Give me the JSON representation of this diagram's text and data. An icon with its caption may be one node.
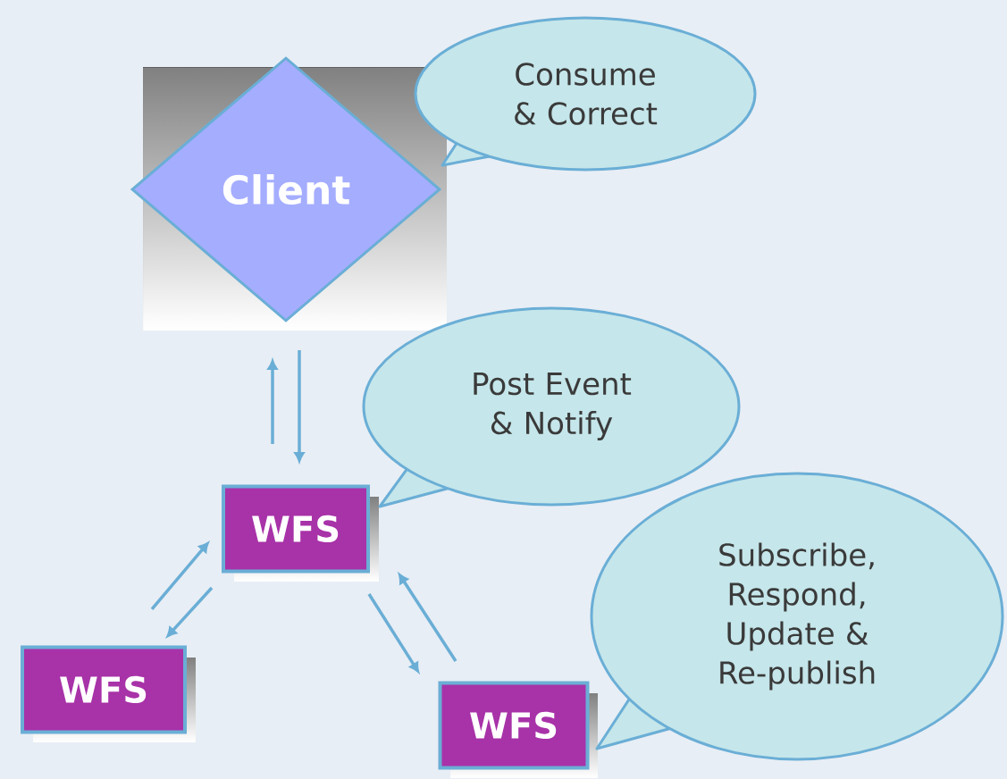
{
  "diagram": {
    "nodes": [
      {
        "text": [
          "Client"
        ]
      },
      {
        "text": [
          "Consume & Correct"
        ]
      },
      {
        "text": [
          "WFS"
        ]
      },
      {
        "text": [
          "Post Event & Notify"
        ]
      },
      {
        "text": [
          "WFS"
        ]
      },
      {
        "text": [
          "WFS"
        ]
      },
      {
        "text": [
          "Subscribe, Respond, Update & Re-publish"
        ]
      }
    ],
    "edges": [
      {
        "from": 2,
        "to": 0,
        "arrow": "to"
      },
      {
        "from": 0,
        "to": 2,
        "arrow": "to"
      },
      {
        "from": 4,
        "to": 2,
        "arrow": "to"
      },
      {
        "from": 2,
        "to": 4,
        "arrow": "to"
      },
      {
        "from": 2,
        "to": 5,
        "arrow": "to"
      },
      {
        "from": 5,
        "to": 2,
        "arrow": "to"
      }
    ]
  }
}
